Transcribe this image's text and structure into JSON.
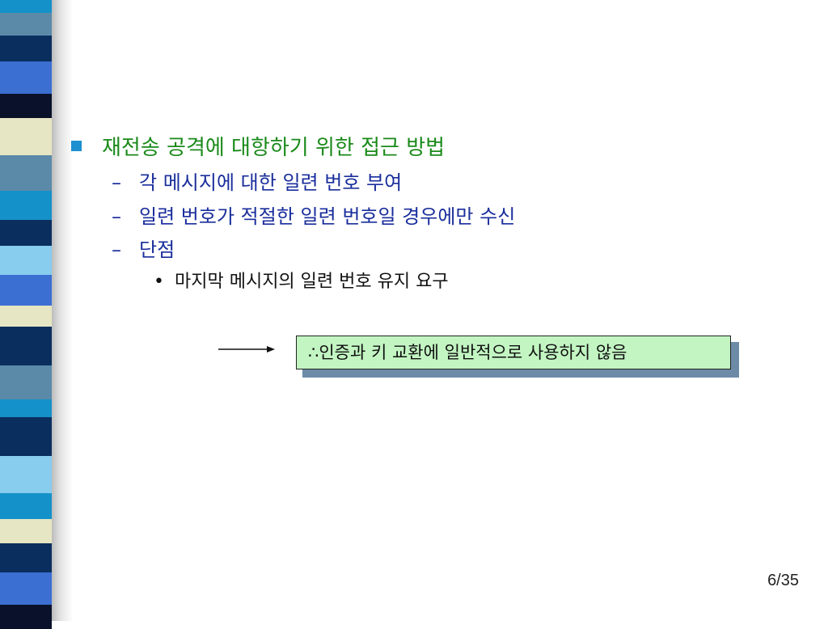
{
  "slide": {
    "heading": "재전송 공격에 대항하기 위한 접근 방법",
    "sub_items": [
      "각 메시지에 대한 일련 번호 부여",
      "일련 번호가 적절한 일련 번호일 경우에만 수신",
      "단점"
    ],
    "sub_sub_item": "마지막 메시지의 일련 번호 유지 요구",
    "callout_text": "∴인증과 키 교환에 일반적으로 사용하지 않음",
    "page_number": "6/35",
    "bullet_markers": {
      "level1": "■",
      "level2": "–",
      "level3": "•"
    }
  },
  "colors": {
    "heading": "#1a8a1a",
    "sub_items": "#1a2e9c",
    "bullet_square": "#1e8fd0",
    "callout_fill": "#c2f5c2",
    "callout_shadow": "#6d8ba7"
  }
}
